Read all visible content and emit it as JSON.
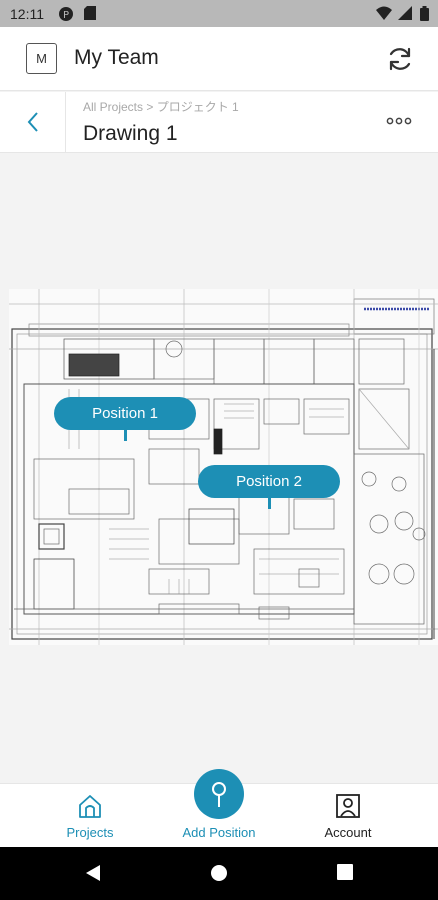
{
  "status_bar": {
    "time": "12:11"
  },
  "header": {
    "team_initial": "M",
    "team_name": "My Team"
  },
  "subheader": {
    "breadcrumb": "All Projects > プロジェクト 1",
    "title": "Drawing 1"
  },
  "pins": [
    {
      "label": "Position 1"
    },
    {
      "label": "Position 2"
    }
  ],
  "tabs": {
    "projects": "Projects",
    "add_position": "Add Position",
    "account": "Account"
  },
  "colors": {
    "accent": "#1d8fb5",
    "tab_active": "#1d8fb5",
    "tab_inactive": "#222222"
  },
  "icons": [
    "sync-icon",
    "back-chevron-icon",
    "more-icon",
    "home-icon",
    "pin-icon",
    "account-icon",
    "battery-icon",
    "wifi-icon"
  ]
}
